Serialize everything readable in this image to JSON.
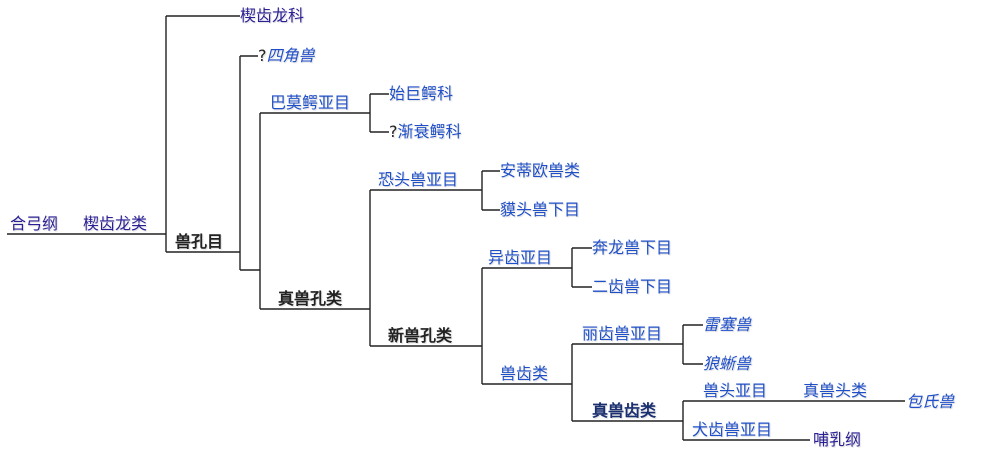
{
  "nodes": {
    "synapsida": "合弓纲",
    "sphenacodontia": "楔齿龙类",
    "sphenacodontidae": "楔齿龙科",
    "therapsida": "兽孔目",
    "tetraceratops_q": "?",
    "tetraceratops": "四角兽",
    "biarmosuchia": "巴莫鳄亚目",
    "eotitanosuchidae": "始巨鳄科",
    "phthinosuchidae_q": "?",
    "phthinosuchidae": "渐衰鳄科",
    "eutherapsida": "真兽孔类",
    "dinocephalia": "恐头兽亚目",
    "neotherapsida": "新兽孔类",
    "anteosauria": "安蒂欧兽类",
    "tapinocephalia": "貘头兽下目",
    "anomodontia": "异齿亚目",
    "theriodontia": "兽齿类",
    "venyukovioidea": "奔龙兽下目",
    "dicynodontia": "二齿兽下目",
    "gorgonopsia": "丽齿兽亚目",
    "eutheriodontia": "真兽齿类",
    "raranimus": "雷塞兽",
    "lycaenops": "狼蜥兽",
    "therocephalia": "兽头亚目",
    "eutherocephalia": "真兽头类",
    "bauria": "包氏兽",
    "cynodontia": "犬齿兽亚目",
    "mammalia": "哺乳纲"
  }
}
